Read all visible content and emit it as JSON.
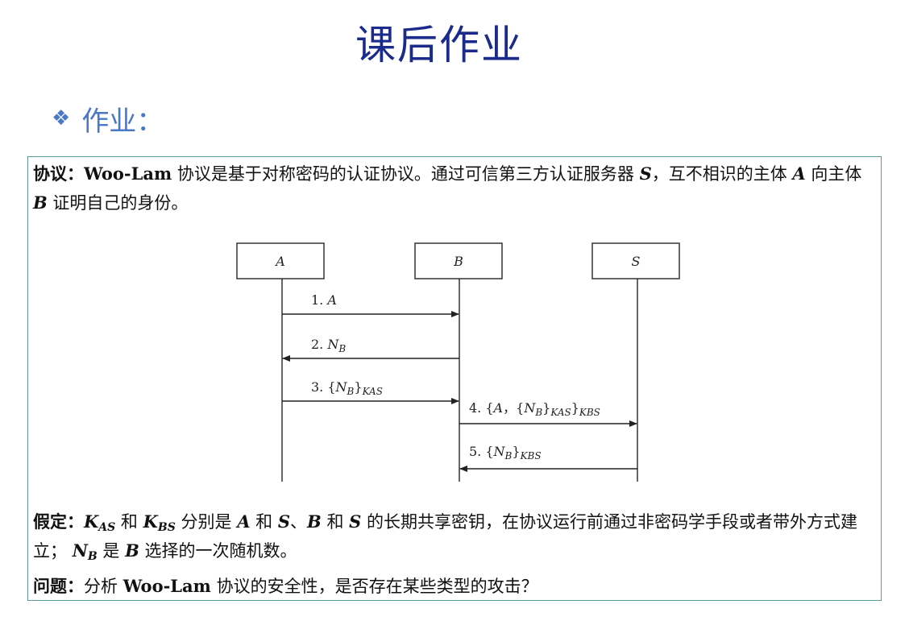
{
  "slide": {
    "title": "课后作业",
    "bullet_icon": "four-diamond-bullet-icon",
    "bullet_glyph": "❖",
    "bullet_label": "作业："
  },
  "intro": {
    "label": "协议：",
    "t1": "Woo-Lam",
    "t2": " 协议是基于对称密码的认证协议。通过可信第三方认证服务器 ",
    "server": "S",
    "t3": "，互不相识的主体 ",
    "principal_a": "A",
    "t4": " 向主体 ",
    "principal_b": "B",
    "t5": " 证明自己的身份。"
  },
  "diagram": {
    "entities": [
      "A",
      "B",
      "S"
    ],
    "messages": [
      {
        "num": "1.",
        "parts": [
          {
            "t": "A",
            "i": true
          }
        ]
      },
      {
        "num": "2.",
        "parts": [
          {
            "t": "N",
            "i": true
          },
          {
            "t": "B",
            "i": true,
            "sub": true
          }
        ]
      },
      {
        "num": "3.",
        "parts": [
          {
            "t": "{"
          },
          {
            "t": "N",
            "i": true
          },
          {
            "t": "B",
            "i": true,
            "sub": true
          },
          {
            "t": "}"
          },
          {
            "t": "K",
            "i": true,
            "sub": true
          },
          {
            "t": "AS",
            "i": true,
            "sub": true
          }
        ]
      },
      {
        "num": "4.",
        "parts": [
          {
            "t": "{"
          },
          {
            "t": "A",
            "i": true
          },
          {
            "t": "，"
          },
          {
            "t": "{"
          },
          {
            "t": "N",
            "i": true
          },
          {
            "t": "B",
            "i": true,
            "sub": true
          },
          {
            "t": "}"
          },
          {
            "t": "K",
            "i": true,
            "sub": true
          },
          {
            "t": "AS",
            "i": true,
            "sub": true
          },
          {
            "t": "}"
          },
          {
            "t": "K",
            "i": true,
            "sub": true
          },
          {
            "t": "BS",
            "i": true,
            "sub": true
          }
        ]
      },
      {
        "num": "5.",
        "parts": [
          {
            "t": "{"
          },
          {
            "t": "N",
            "i": true
          },
          {
            "t": "B",
            "i": true,
            "sub": true
          },
          {
            "t": "}"
          },
          {
            "t": "K",
            "i": true,
            "sub": true
          },
          {
            "t": "BS",
            "i": true,
            "sub": true
          }
        ]
      }
    ]
  },
  "assumption": {
    "label": "假定：",
    "k1": "K",
    "k1_sub": "AS",
    "t1": " 和 ",
    "k2": "K",
    "k2_sub": "BS",
    "t2": " 分别是 ",
    "a": "A",
    "t3": " 和 ",
    "s1": "S",
    "t4": "、",
    "b": "B",
    "t5": " 和 ",
    "s2": "S",
    "t6": " 的长期共享密钥，在协议运行前通过非密码学手段或者带外方式建立；   ",
    "n": "N",
    "n_sub": "B",
    "t7": " 是 ",
    "b2": "B",
    "t8": " 选择的一次随机数。"
  },
  "question": {
    "label": "问题：",
    "t1": "分析 ",
    "name": "Woo-Lam",
    "t2": " 协议的安全性，是否存在某些类型的攻击？"
  }
}
